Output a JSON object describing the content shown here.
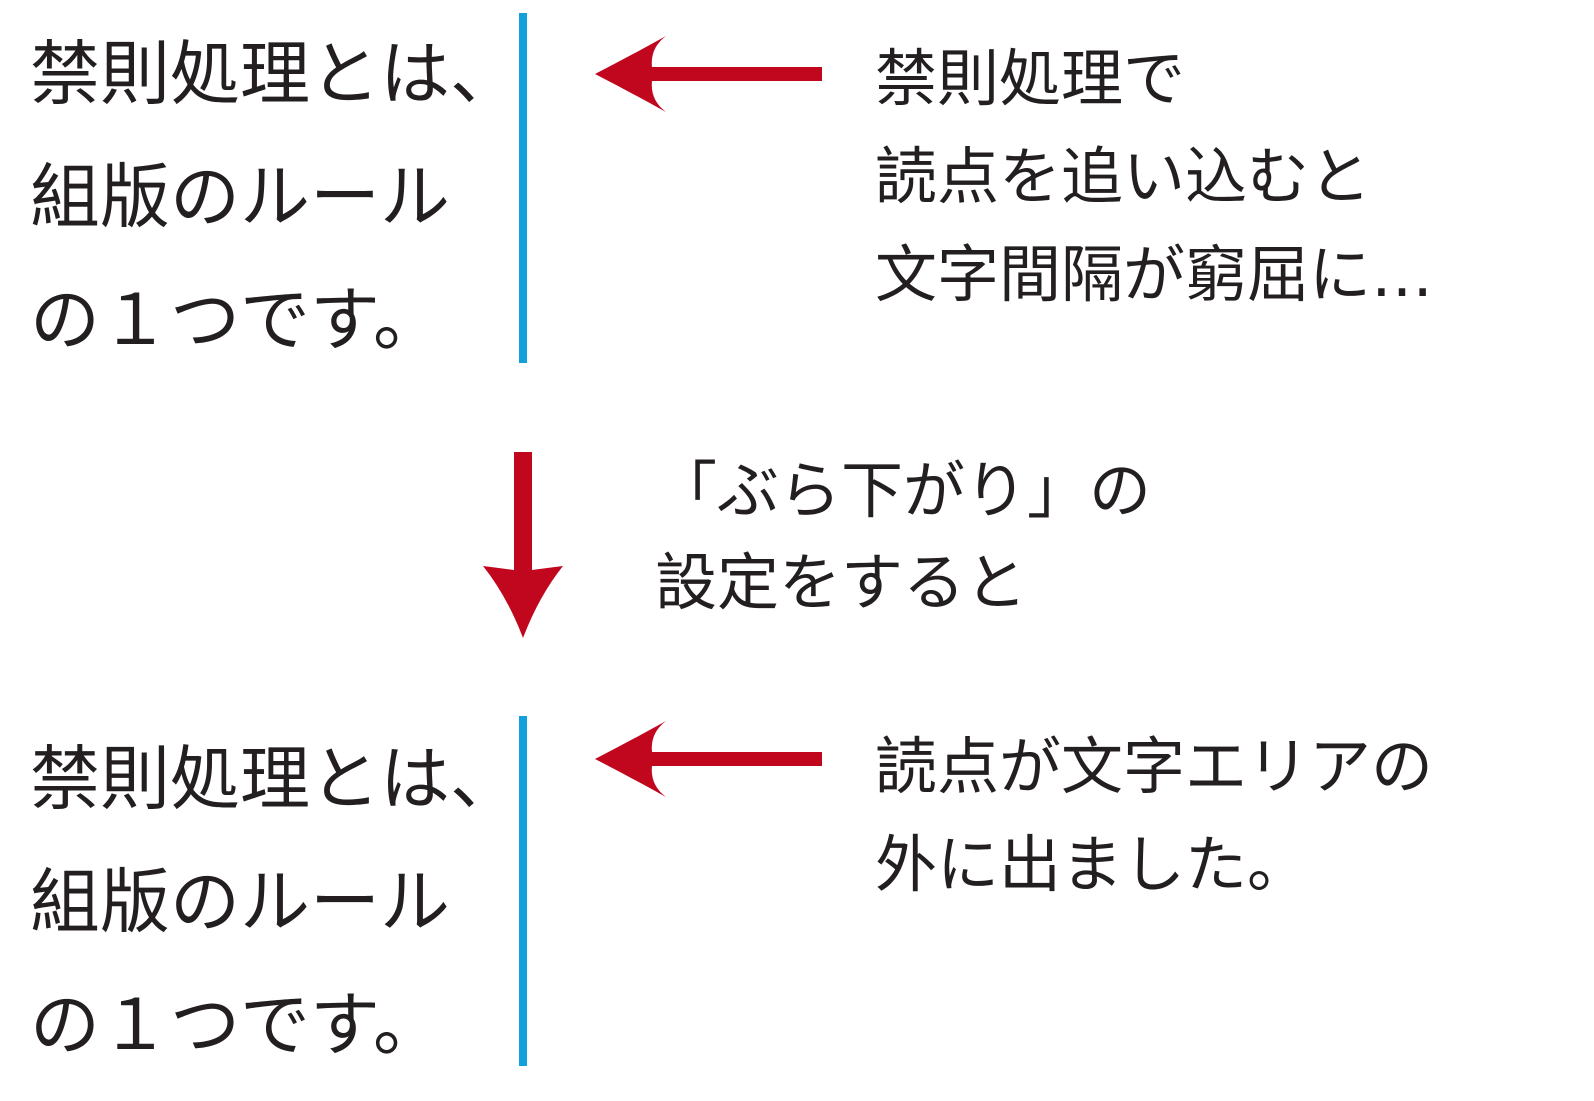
{
  "colors": {
    "text": "#231f20",
    "margin_line": "#12a1dc",
    "arrow": "#c0071e"
  },
  "top_example": {
    "lines": [
      "禁則処理とは、",
      "組版のルール",
      "の１つです。"
    ]
  },
  "top_note": {
    "lines": [
      "禁則処理で",
      "読点を追い込むと",
      "文字間隔が窮屈に…"
    ]
  },
  "middle_note": {
    "lines": [
      "「ぶら下がり」の",
      "設定をすると"
    ]
  },
  "bottom_example": {
    "lines": [
      "禁則処理とは、",
      "組版のルール",
      "の１つです。"
    ]
  },
  "bottom_note": {
    "lines": [
      "読点が文字エリアの",
      "外に出ました。"
    ]
  }
}
